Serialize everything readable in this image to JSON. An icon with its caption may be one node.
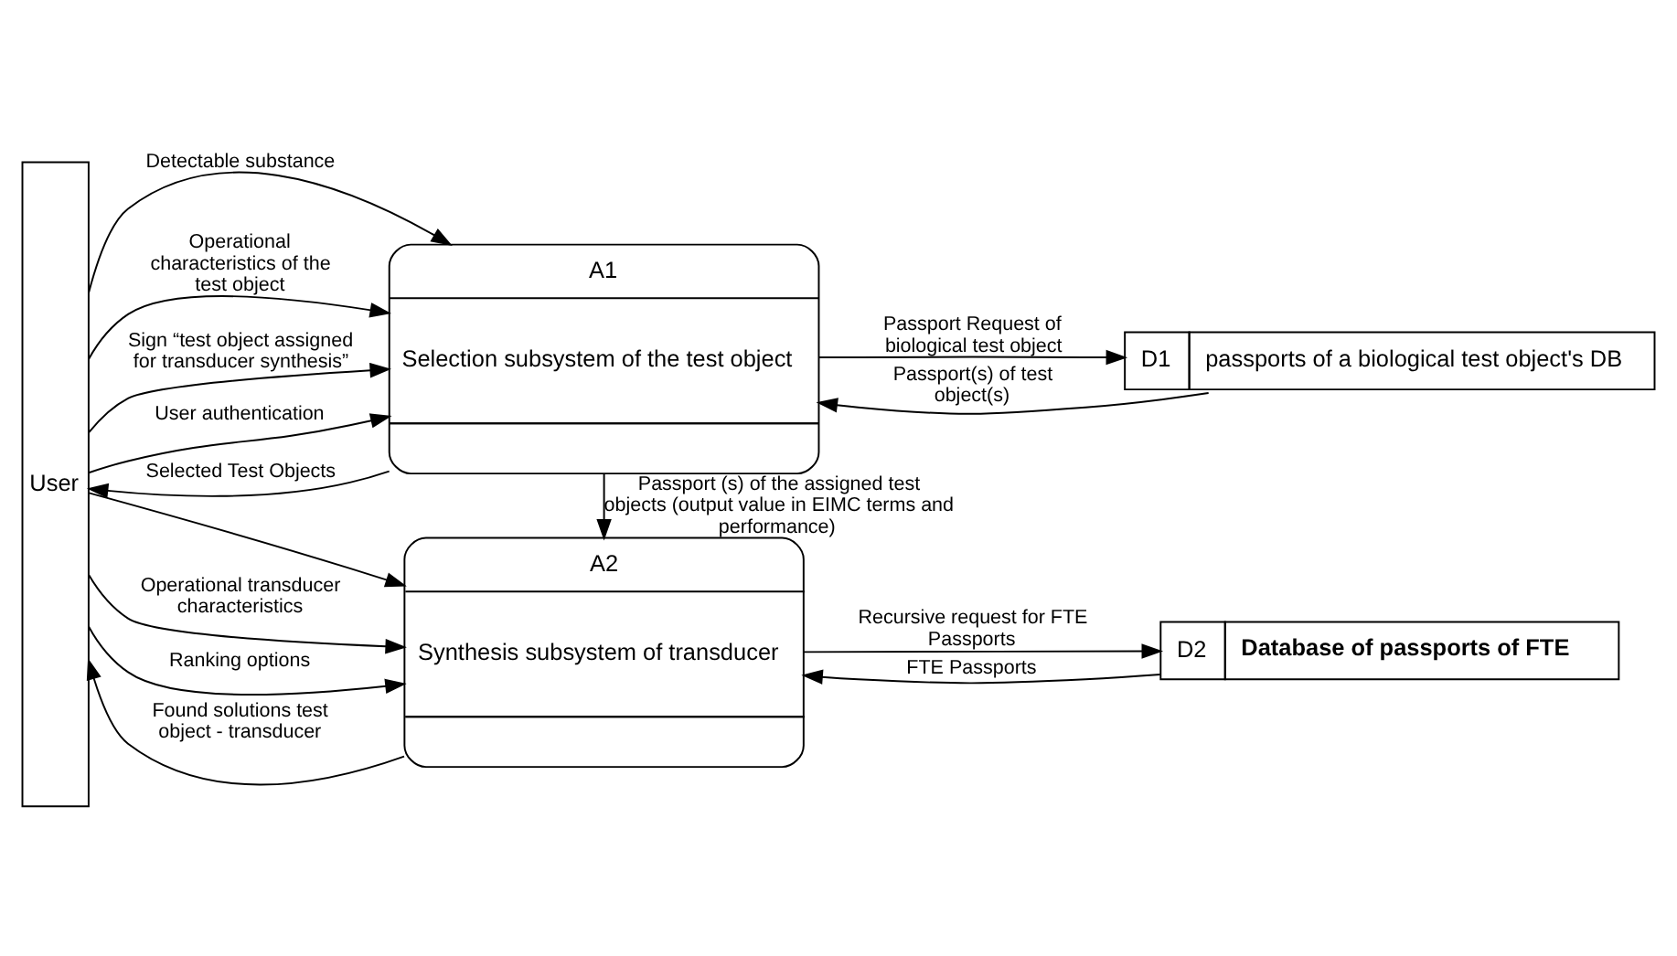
{
  "diagram": {
    "nodes": [
      {
        "text": [
          "User"
        ]
      },
      {
        "text": [
          "A1",
          "Selection subsystem of the test object"
        ]
      },
      {
        "text": [
          "D1",
          "passports of a biological test object's DB"
        ]
      },
      {
        "text": [
          "A2",
          "Synthesis subsystem of transducer"
        ]
      },
      {
        "text": [
          "D2",
          "Database of passports of FTE"
        ]
      }
    ],
    "edges": [
      {
        "from": 0,
        "to": 1,
        "arrow": "to",
        "label": "Detectable substance"
      },
      {
        "from": 0,
        "to": 1,
        "arrow": "to",
        "label": "Operational characteristics of the test object"
      },
      {
        "from": 1,
        "to": 0,
        "arrow": "to",
        "label": "Selected Test Objects"
      },
      {
        "from": 0,
        "to": 1,
        "arrow": "to",
        "label": "Sign “test object assigned for transducer synthesis”"
      },
      {
        "from": 0,
        "to": 1,
        "arrow": "to",
        "label": "User authentication"
      },
      {
        "from": 0,
        "to": 3,
        "arrow": "to"
      },
      {
        "from": 1,
        "to": 3,
        "arrow": "to",
        "label": "Passport (s) of the assigned test objects (output value in EIMC terms and performance)"
      },
      {
        "from": 1,
        "to": 2,
        "arrow": "to",
        "label": "Passport Request of biological test object"
      },
      {
        "from": 2,
        "to": 1,
        "arrow": "to",
        "label": "Passport(s) of test object(s)"
      },
      {
        "from": 0,
        "to": 3,
        "arrow": "to",
        "label": "Operational transducer characteristics"
      },
      {
        "from": 0,
        "to": 3,
        "arrow": "to",
        "label": "Ranking options"
      },
      {
        "from": 3,
        "to": 0,
        "arrow": "to",
        "label": "Found solutions test object - transducer"
      },
      {
        "from": 3,
        "to": 4,
        "arrow": "to",
        "label": "Recursive request for FTE Passports"
      },
      {
        "from": 4,
        "to": 3,
        "arrow": "to",
        "label": "FTE Passports"
      }
    ]
  }
}
